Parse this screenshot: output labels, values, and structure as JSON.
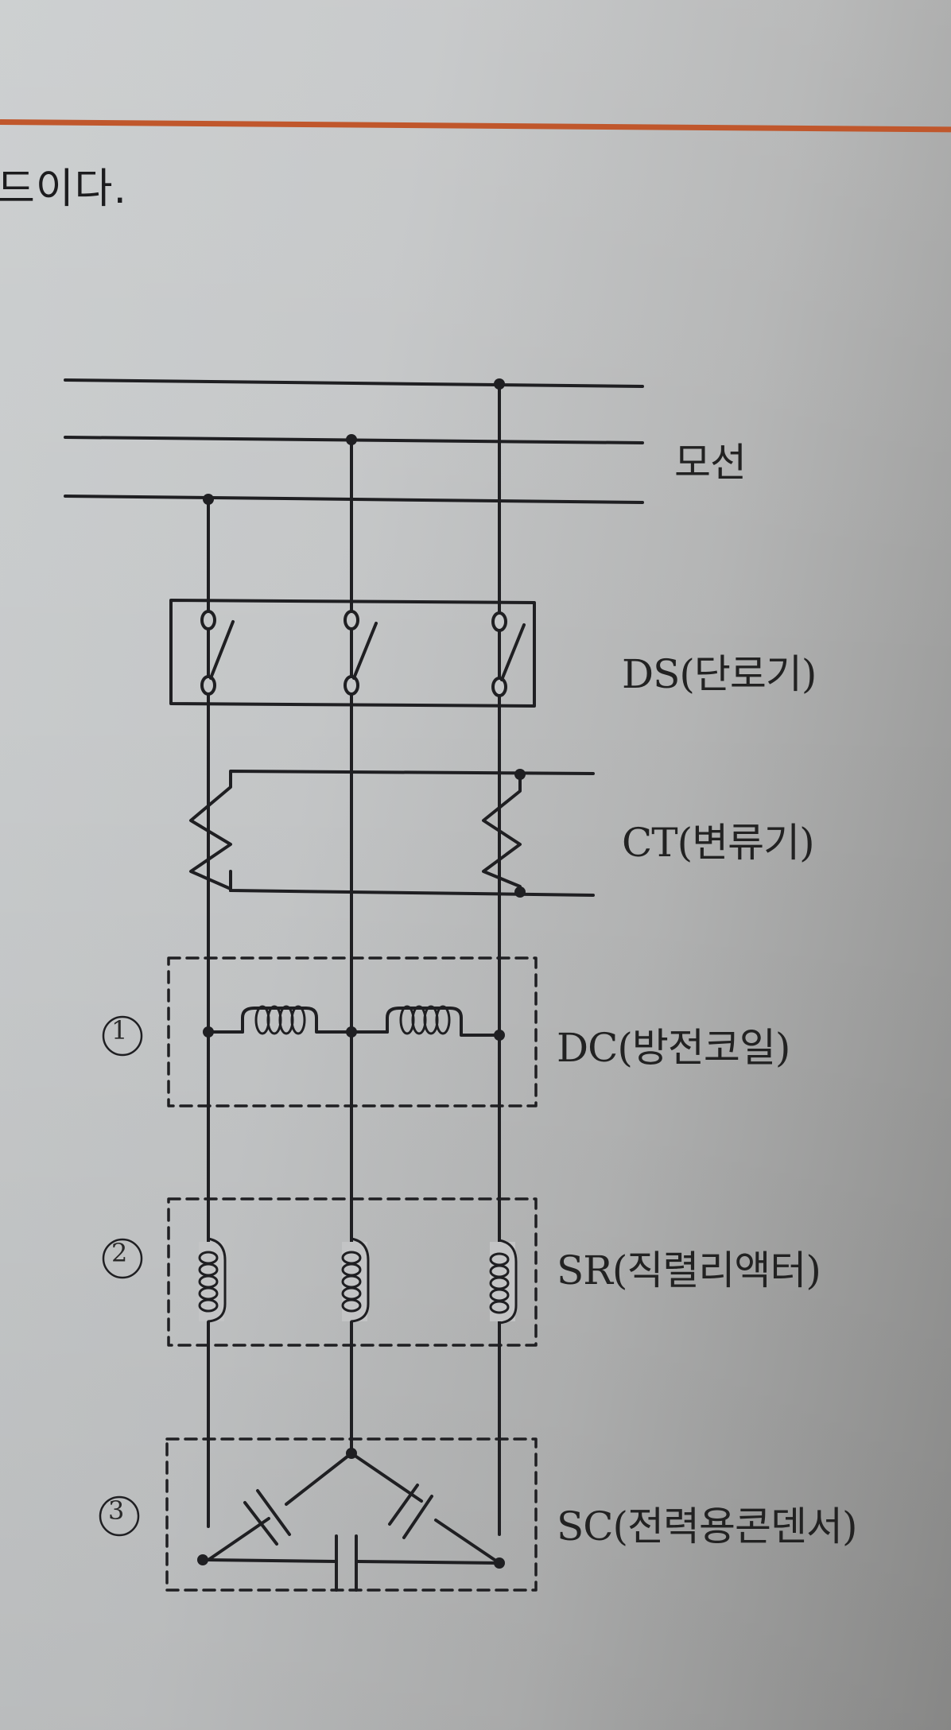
{
  "page": {
    "heading_fragment": "드이다.",
    "rule_color": "#c0572c",
    "ink_color": "#1f1f22"
  },
  "diagram": {
    "type": "single-line electrical schematic (capacitor bank)",
    "bus_label": "모선",
    "components": [
      {
        "id": "DS",
        "label": "DS(단로기)",
        "marker": ""
      },
      {
        "id": "CT",
        "label": "CT(변류기)",
        "marker": ""
      },
      {
        "id": "DC",
        "label": "DC(방전코일)",
        "marker": "①"
      },
      {
        "id": "SR",
        "label": "SR(직렬리액터)",
        "marker": "②"
      },
      {
        "id": "SC",
        "label": "SC(전력용콘덴서)",
        "marker": "③"
      }
    ],
    "phases": 3,
    "bus_lines": 3
  }
}
